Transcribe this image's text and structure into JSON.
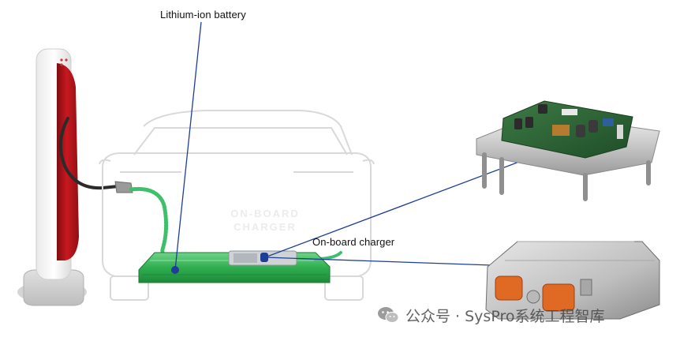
{
  "labels": {
    "battery": "Lithium-ion battery",
    "charger": "On-board charger"
  },
  "car_overlay_text": {
    "line1": "ON-BOARD",
    "line2": "CHARGER"
  },
  "watermark": {
    "icon": "wechat-icon",
    "text": "公众号 · SysPro系统工程智库"
  },
  "colors": {
    "leader_line": "#1f3f97",
    "battery_pack": "#2fae4f",
    "cable_green": "#3ec06a",
    "charging_station_red": "#b8161c"
  }
}
